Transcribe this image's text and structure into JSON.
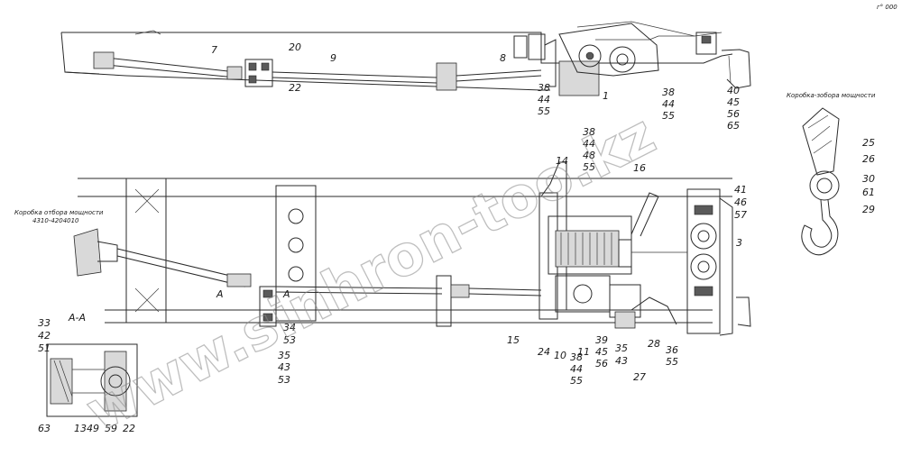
{
  "labels": {
    "l7": "7",
    "l20": "20",
    "l9": "9",
    "l22a": "22",
    "l8": "8",
    "top_38_44_55_a": [
      "38",
      "44",
      "55"
    ],
    "l1": "1",
    "top_38_44_55_b": [
      "38",
      "44",
      "55"
    ],
    "top_40_45_56_65": [
      "40",
      "45",
      "56",
      "65"
    ],
    "mid_38_44_48_55": [
      "38",
      "44",
      "48",
      "55"
    ],
    "l14": "14",
    "l16": "16",
    "r_41_46_57": [
      "41",
      "46",
      "57"
    ],
    "l3": "3",
    "hook": [
      "25",
      "26",
      "30",
      "61",
      "29"
    ],
    "l34_53": [
      "34",
      "53"
    ],
    "l35_43_53": [
      "35",
      "43",
      "53"
    ],
    "l15": "15",
    "l24": "24",
    "l10": "10",
    "l11": "11",
    "b_38_44_55": [
      "38",
      "44",
      "55"
    ],
    "b_39_45_56": [
      "39",
      "45",
      "56"
    ],
    "b_35_43": [
      "35",
      "43"
    ],
    "l27": "27",
    "l28": "28",
    "b_36_55": [
      "36",
      "55"
    ],
    "detail_left": [
      "33",
      "42",
      "51"
    ],
    "detail_bottom": [
      "63",
      "13",
      "49",
      "59",
      "22"
    ],
    "A1": "A",
    "A2": "A"
  },
  "section_label": "A-A",
  "note_pto": [
    "Коробка отбора мощности",
    "4310-4204010"
  ],
  "note_hook": "Коробка-зобора мощности",
  "corner_mark": "г° 000",
  "watermark": "www.sinhron-too.kz"
}
